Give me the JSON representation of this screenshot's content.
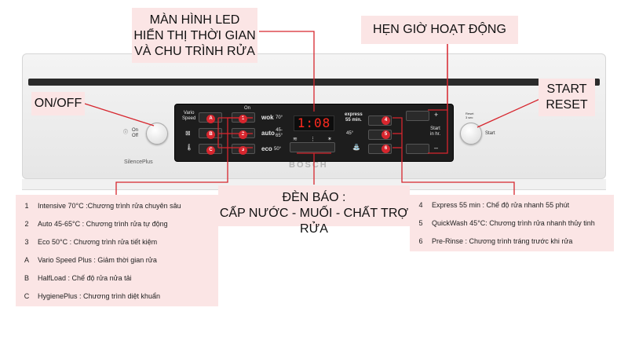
{
  "callouts": {
    "led": [
      "MÀN HÌNH LED",
      "HIỂN THỊ THỜI GIAN",
      "VÀ CHU TRÌNH RỬA"
    ],
    "timer": "HẸN GIỜ HOẠT ĐỘNG",
    "onoff": "ON/OFF",
    "start": [
      "START",
      "RESET"
    ],
    "indicators": [
      "ĐÈN BÁO :",
      "CẤP NƯỚC - MUỐI - CHẤT TRỢ RỬA"
    ]
  },
  "legend_left": [
    {
      "key": "1",
      "text": "Intensive 70°C :Chương trình rửa chuyên sâu"
    },
    {
      "key": "2",
      "text": "Auto 45-65°C : Chương trình rửa tự động"
    },
    {
      "key": "3",
      "text": "Eco 50°C : Chương trình rửa tiết kiệm"
    },
    {
      "key": "A",
      "text": "Vario Speed Plus : Giảm thời gian rửa"
    },
    {
      "key": "B",
      "text": "HalfLoad : Chế độ rửa nửa tải"
    },
    {
      "key": "C",
      "text": "HygienePlus : Chương trình diệt khuẩn"
    }
  ],
  "legend_right": [
    {
      "key": "4",
      "text": "Express 55 min : Chế độ rửa nhanh 55 phút"
    },
    {
      "key": "5",
      "text": "QuickWash 45°C: Chương trình rửa nhanh thủy tinh"
    },
    {
      "key": "6",
      "text": "Pre-Rinse : Chương trình tráng trước khi rửa"
    }
  ],
  "appliance": {
    "on_label": "On\nOff",
    "start_label": "Start",
    "reset_small": "Reset\n3 sec",
    "silence": "SilencePlus",
    "brand": "BOSCH",
    "display": "1:08",
    "vario": "Vario\nSpeed",
    "on_small": "On",
    "wok": "wok",
    "wok_temp": "70°",
    "auto": "auto",
    "auto_temp": "45-\n65°",
    "eco": "eco",
    "eco_temp": "50°",
    "express": "express\n55 min.",
    "quick_temp": "45°",
    "start_in": "Start\nin hr.",
    "plus": "+",
    "minus": "–",
    "dots_left": [
      "A",
      "B",
      "C"
    ],
    "dots_mid": [
      "1",
      "2",
      "3"
    ],
    "dots_right": [
      "4",
      "5",
      "6"
    ]
  },
  "colors": {
    "accent_red": "#d7262e",
    "callout_bg": "#fbe5e5",
    "line": "#d7262e"
  }
}
